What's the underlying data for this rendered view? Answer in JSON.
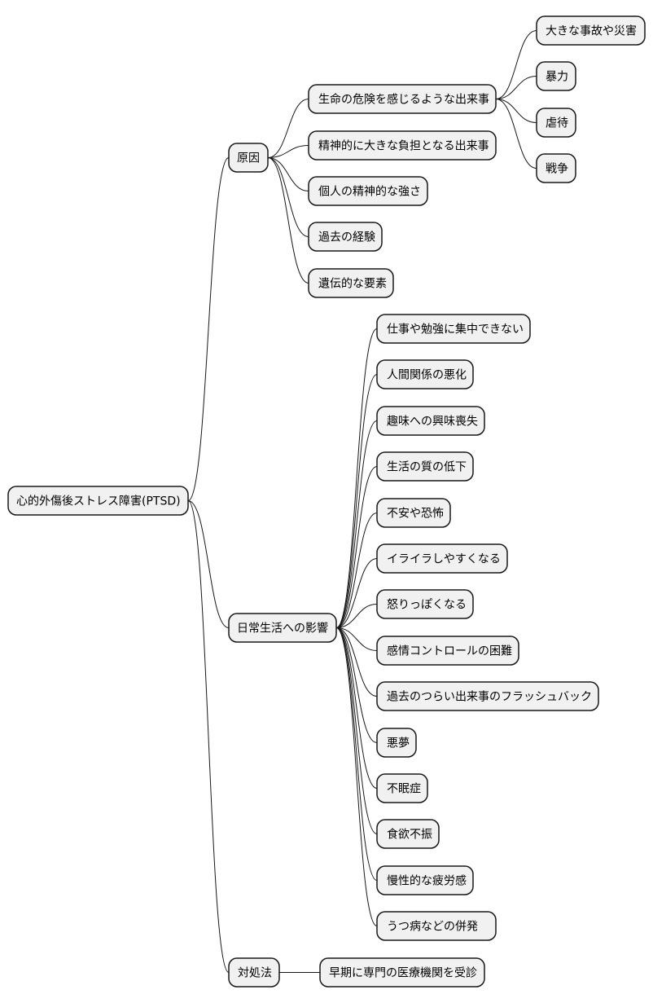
{
  "mindmap": {
    "root": {
      "label": "心的外傷後ストレス障害(PTSD)"
    },
    "branches": [
      {
        "label": "原因",
        "children": [
          {
            "label": "生命の危険を感じるような出来事",
            "children": [
              {
                "label": "大きな事故や災害"
              },
              {
                "label": "暴力"
              },
              {
                "label": "虐待"
              },
              {
                "label": "戦争"
              }
            ]
          },
          {
            "label": "精神的に大きな負担となる出来事"
          },
          {
            "label": "個人の精神的な強さ"
          },
          {
            "label": "過去の経験"
          },
          {
            "label": "遺伝的な要素"
          }
        ]
      },
      {
        "label": "日常生活への影響",
        "children": [
          {
            "label": "仕事や勉強に集中できない"
          },
          {
            "label": "人間関係の悪化"
          },
          {
            "label": "趣味への興味喪失"
          },
          {
            "label": "生活の質の低下"
          },
          {
            "label": "不安や恐怖"
          },
          {
            "label": "イライラしやすくなる"
          },
          {
            "label": "怒りっぽくなる"
          },
          {
            "label": "感情コントロールの困難"
          },
          {
            "label": "過去のつらい出来事のフラッシュバック"
          },
          {
            "label": "悪夢"
          },
          {
            "label": "不眠症"
          },
          {
            "label": "食欲不振"
          },
          {
            "label": "慢性的な疲労感"
          },
          {
            "label": "うつ病などの併発"
          }
        ]
      },
      {
        "label": "対処法",
        "children": [
          {
            "label": "早期に専門の医療機関を受診"
          }
        ]
      }
    ]
  }
}
